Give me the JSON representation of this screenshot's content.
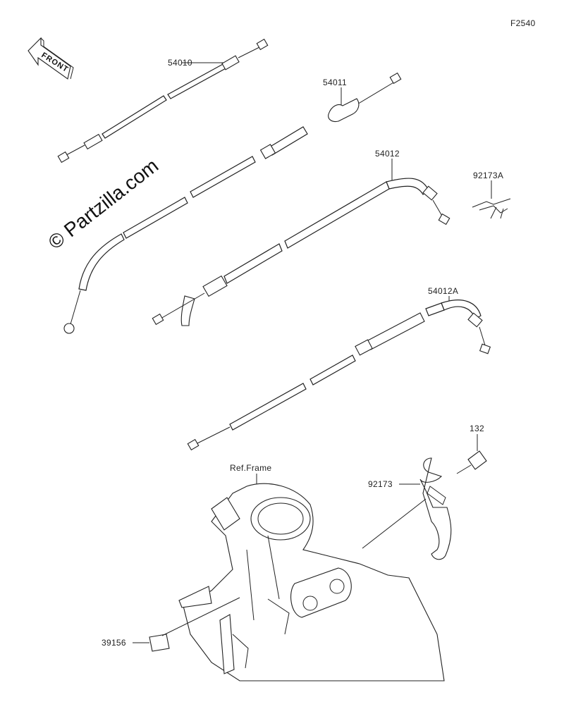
{
  "diagram_id": "F2540",
  "front_label": "FRONT",
  "watermark": "© Partzilla.com",
  "ref_frame_label": "Ref.Frame",
  "parts": {
    "p54010": "54010",
    "p54011": "54011",
    "p54012": "54012",
    "p92173A": "92173A",
    "p54012A": "54012A",
    "p132": "132",
    "p92173": "92173",
    "p39156": "39156"
  }
}
